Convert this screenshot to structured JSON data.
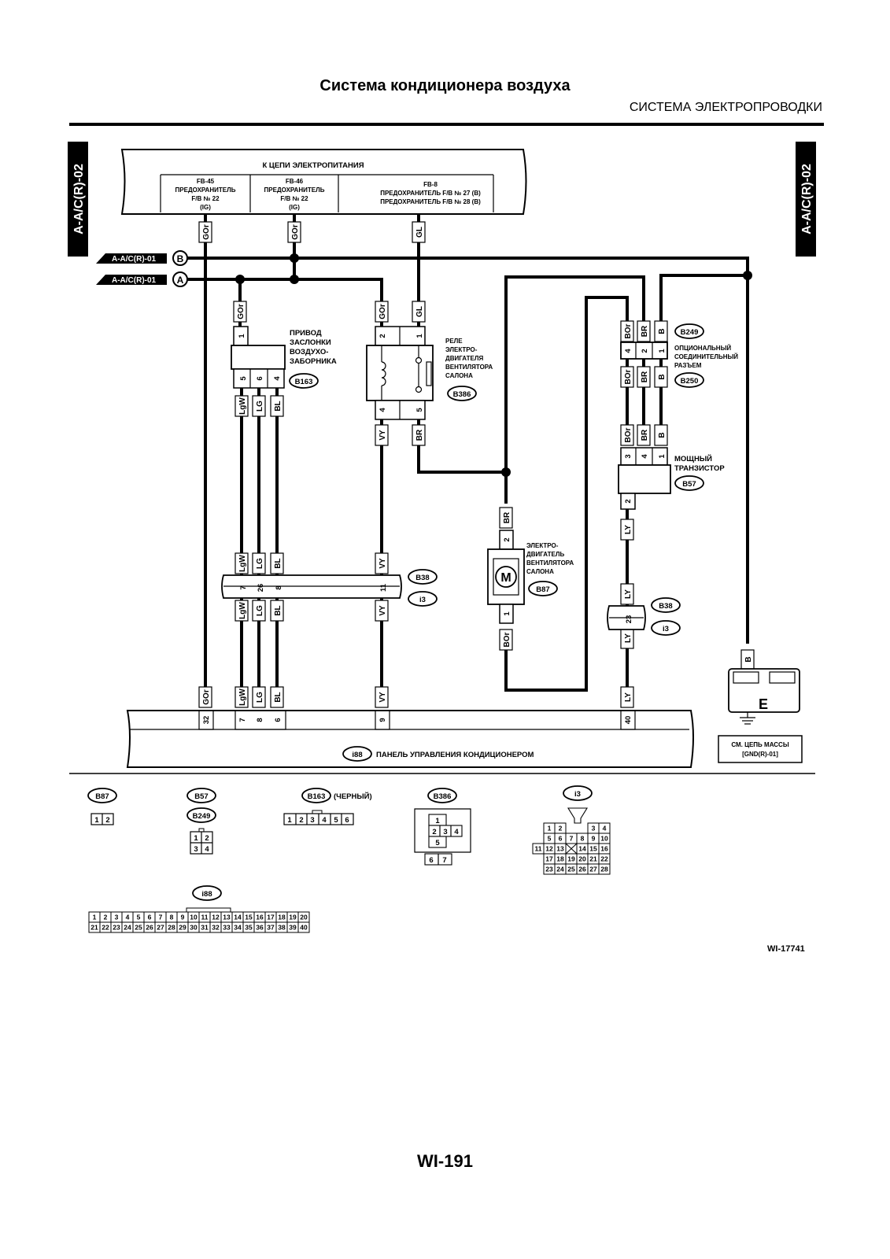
{
  "page": {
    "title": "Система кондиционера воздуха",
    "subtitle": "СИСТЕМА ЭЛЕКТРОПРОВОДКИ",
    "page_number": "WI-191",
    "figure_id": "WI-17741"
  },
  "side_tabs": {
    "left": "A-A/C(R)-02",
    "right": "A-A/C(R)-02"
  },
  "power": {
    "header": "К ЦЕПИ ЭЛЕКТРОПИТАНИЯ",
    "fuses": [
      {
        "l1": "FB-45",
        "l2": "ПРЕДОХРАНИТЕЛЬ",
        "l3": "F/B № 22",
        "l4": "(IG)"
      },
      {
        "l1": "FB-46",
        "l2": "ПРЕДОХРАНИТЕЛЬ",
        "l3": "F/B № 22",
        "l4": "(IG)"
      },
      {
        "l1": "FB-8",
        "l2": "ПРЕДОХРАНИТЕЛЬ F/B № 27 (B)",
        "l3": "ПРЕДОХРАНИТЕЛЬ F/B № 28 (B)"
      }
    ]
  },
  "refs": {
    "b": "A-A/C(R)-01",
    "b_letter": "B",
    "a": "A-A/C(R)-01",
    "a_letter": "A"
  },
  "components": {
    "damper": {
      "name_lines": [
        "ПРИВОД",
        "ЗАСЛОНКИ",
        "ВОЗДУХО-",
        "ЗАБОРНИКА"
      ],
      "code": "B163"
    },
    "relay": {
      "name_lines": [
        "РЕЛЕ",
        "ЭЛЕКТРО-",
        "ДВИГАТЕЛЯ",
        "ВЕНТИЛЯТОРА",
        "САЛОНА"
      ],
      "code": "B386"
    },
    "motor": {
      "name_lines": [
        "ЭЛЕКТРО-",
        "ДВИГАТЕЛЬ",
        "ВЕНТИЛЯТОРА",
        "САЛОНА"
      ],
      "code": "B87",
      "symbol": "M"
    },
    "option_conn": {
      "name_lines": [
        "ОПЦИОНАЛЬНЫЙ",
        "СОЕДИНИТЕЛЬНЫЙ",
        "РАЗЪЕМ"
      ],
      "code_top": "B249",
      "code_bottom": "B250"
    },
    "transistor": {
      "name_lines": [
        "МОЩНЫЙ",
        "ТРАНЗИСТОР"
      ],
      "code": "B57"
    },
    "ground": {
      "symbol": "E",
      "note_lines": [
        "СМ. ЦЕПЬ МАССЫ",
        "[GND(R)-01]"
      ]
    },
    "panel": {
      "code": "i88",
      "name": "ПАНЕЛЬ УПРАВЛЕНИЯ КОНДИЦИОНЕРОМ"
    },
    "junction": {
      "code_top": "B38",
      "code_bottom": "i3"
    }
  },
  "wires": {
    "gor": "GOr",
    "gl": "GL",
    "lgw": "LgW",
    "lg": "LG",
    "bl": "BL",
    "vy": "VY",
    "br": "BR",
    "bor": "BOr",
    "b": "B",
    "ly": "LY"
  },
  "pins": {
    "damper_top": "1",
    "damper_bottom": [
      "5",
      "6",
      "4"
    ],
    "relay_top": [
      "2",
      "1"
    ],
    "relay_bottom": [
      "4",
      "5"
    ],
    "opt_pins": [
      "4",
      "2",
      "1"
    ],
    "tr_top": [
      "3",
      "4",
      "1"
    ],
    "tr_bottom": "2",
    "motor_top": "2",
    "motor_bottom": "1",
    "b38_left": [
      "7",
      "26",
      "8",
      "11"
    ],
    "b38_right": "23",
    "panel": [
      "32",
      "7",
      "8",
      "6",
      "9",
      "40"
    ]
  },
  "connector_views": {
    "b87": {
      "code": "B87",
      "pins": [
        "1",
        "2"
      ]
    },
    "b57": {
      "code": "B57"
    },
    "b249": {
      "code": "B249",
      "pins": [
        "1",
        "2",
        "3",
        "4"
      ]
    },
    "b163": {
      "code": "B163",
      "note": "(ЧЕРНЫЙ)",
      "pins": [
        "1",
        "2",
        "3",
        "4",
        "5",
        "6"
      ]
    },
    "b386": {
      "code": "B386",
      "pins": [
        "1",
        "2",
        "3",
        "4",
        "5",
        "6",
        "7"
      ]
    },
    "i3": {
      "code": "i3",
      "pins": [
        "1",
        "2",
        "3",
        "4",
        "5",
        "6",
        "7",
        "8",
        "9",
        "10",
        "11",
        "12",
        "13",
        "14",
        "15",
        "16",
        "17",
        "18",
        "19",
        "20",
        "21",
        "22",
        "23",
        "24",
        "25",
        "26",
        "27",
        "28"
      ]
    },
    "i88": {
      "code": "i88",
      "pins": [
        "1",
        "2",
        "3",
        "4",
        "5",
        "6",
        "7",
        "8",
        "9",
        "10",
        "11",
        "12",
        "13",
        "14",
        "15",
        "16",
        "17",
        "18",
        "19",
        "20",
        "21",
        "22",
        "23",
        "24",
        "25",
        "26",
        "27",
        "28",
        "29",
        "30",
        "31",
        "32",
        "33",
        "34",
        "35",
        "36",
        "37",
        "38",
        "39",
        "40"
      ]
    }
  }
}
